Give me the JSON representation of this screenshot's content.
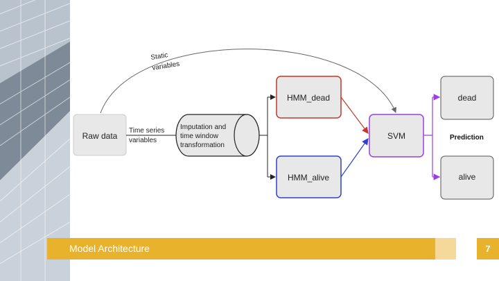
{
  "slide": {
    "title": "Model Architecture",
    "page_number": "7"
  },
  "diagram": {
    "static_label_1": "Static",
    "static_label_2": "variables",
    "raw_data": "Raw data",
    "ts_label_1": "Time series",
    "ts_label_2": "variables",
    "imputation_1": "Imputation and",
    "imputation_2": "time window",
    "imputation_3": "transformation",
    "hmm_dead": "HMM_dead",
    "hmm_alive": "HMM_alive",
    "svm": "SVM",
    "prediction": "Prediction",
    "out_dead": "dead",
    "out_alive": "alive"
  },
  "colors": {
    "accent": "#e9b22c",
    "hmm_dead_border": "#c0392b",
    "hmm_alive_border": "#2f3fd0",
    "svm_border": "#9b3fe0",
    "node_fill": "#e8e8e8"
  }
}
